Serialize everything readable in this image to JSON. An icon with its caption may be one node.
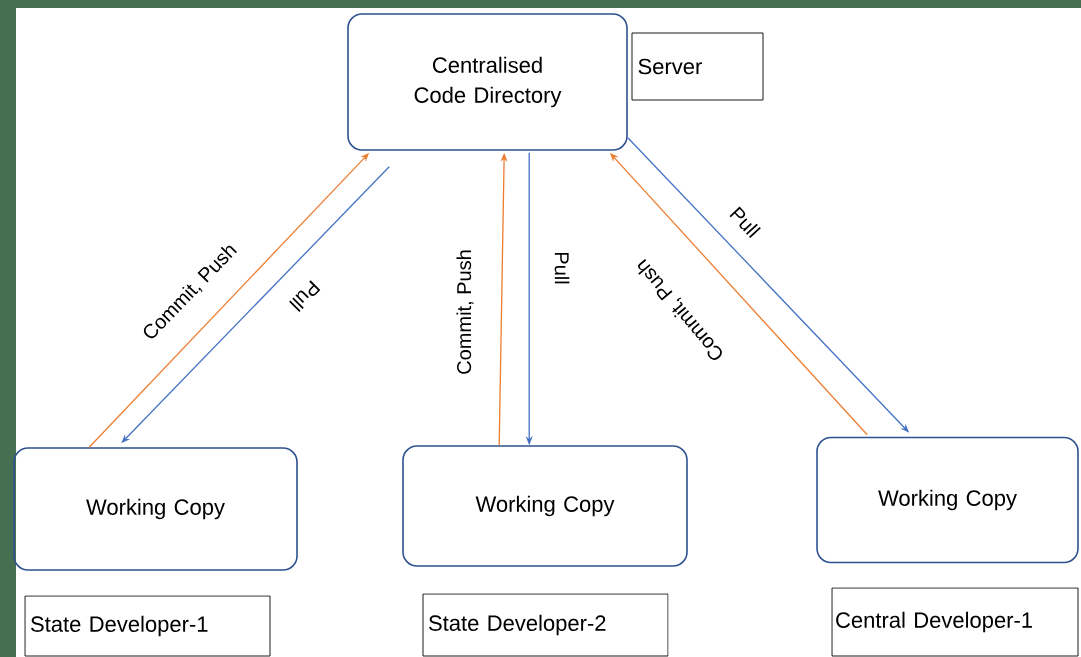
{
  "diagram": {
    "nodes": [
      {
        "text": [
          "Centralised Code Directory"
        ]
      },
      {
        "text": [
          "Server"
        ]
      },
      {
        "text": [
          "Working Copy"
        ]
      },
      {
        "text": [
          "Working Copy"
        ]
      },
      {
        "text": [
          "Working Copy"
        ]
      },
      {
        "text": [
          "State Developer-1"
        ]
      },
      {
        "text": [
          "State Developer-2"
        ]
      },
      {
        "text": [
          "Central Developer-1"
        ]
      }
    ],
    "edges": [
      {
        "from": 2,
        "to": 0,
        "arrow": "to",
        "label": "Commit, Push",
        "color": "#ed7d31"
      },
      {
        "from": 0,
        "to": 2,
        "arrow": "to",
        "label": "Pull",
        "color": "#4472c4"
      },
      {
        "from": 3,
        "to": 0,
        "arrow": "to",
        "label": "Commit,  Push",
        "color": "#ed7d31"
      },
      {
        "from": 0,
        "to": 3,
        "arrow": "to",
        "label": "Pull",
        "color": "#4472c4"
      },
      {
        "from": 4,
        "to": 0,
        "arrow": "to",
        "label": "Commit, Push",
        "color": "#ed7d31"
      },
      {
        "from": 0,
        "to": 4,
        "arrow": "to",
        "label": "Pull",
        "color": "#4472c4"
      }
    ]
  }
}
